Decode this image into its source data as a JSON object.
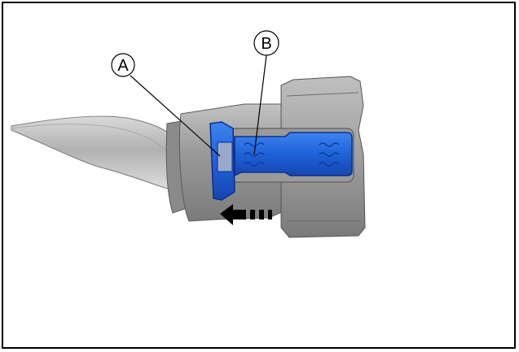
{
  "callouts": [
    {
      "id": "A",
      "label": "A"
    },
    {
      "id": "B",
      "label": "B"
    }
  ],
  "colors": {
    "frame": "#000000",
    "background": "#ffffff",
    "highlight_blue": "#1f62d8",
    "highlight_blue_dark": "#0b2f8a",
    "connector_gray": "#8d8d8d",
    "connector_gray_dark": "#5d5d5d",
    "cable_gray": "#b8b8b8"
  },
  "icons": {
    "direction_arrow": "left-arrow-icon"
  }
}
